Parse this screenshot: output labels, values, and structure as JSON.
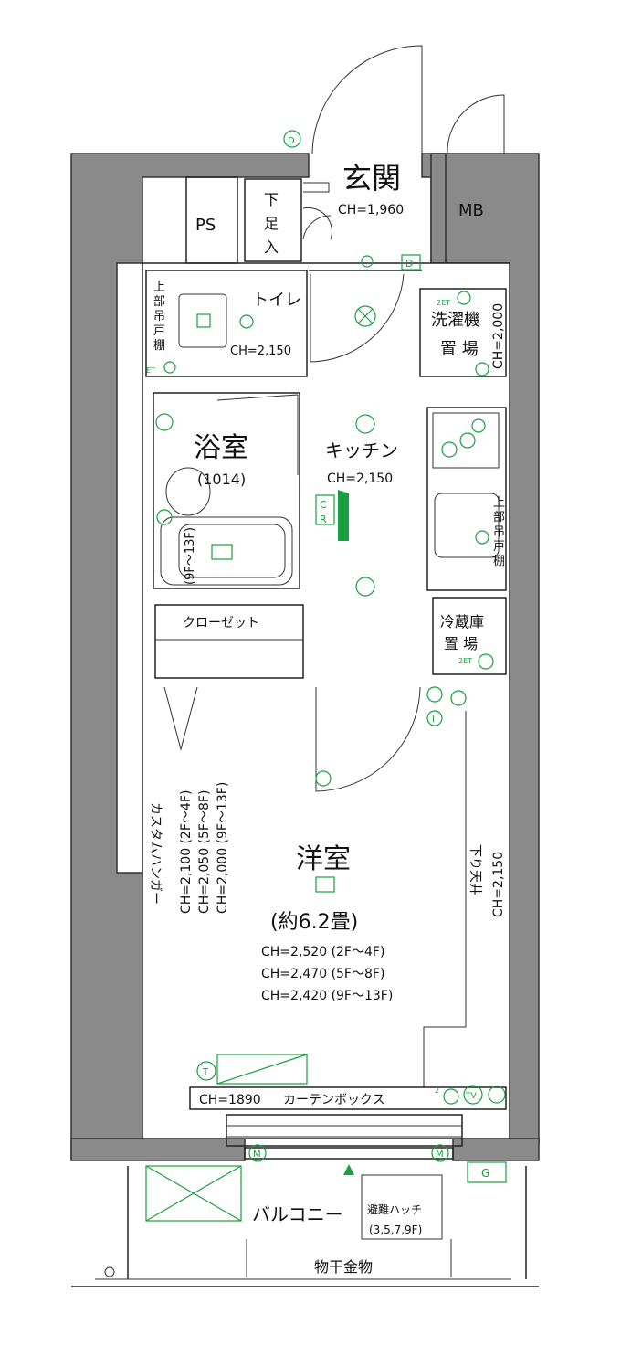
{
  "plan": {
    "entrance": {
      "label": "玄関",
      "ch": "CH=1,960"
    },
    "ps": "PS",
    "mb": "MB",
    "shoe_box": [
      "下",
      "足",
      "入"
    ],
    "toilet": {
      "label": "トイレ",
      "ch": "CH=2,150",
      "shelf": [
        "上",
        "部",
        "吊",
        "戸",
        "棚"
      ]
    },
    "washer": {
      "label1": "洗濯機",
      "label2": "置 場",
      "ch": "CH=2,000"
    },
    "bath": {
      "label": "浴室",
      "size": "(1014)",
      "floor_note": "(9F〜13F)"
    },
    "kitchen": {
      "label": "キッチン",
      "ch": "CH=2,150",
      "shelf": [
        "上",
        "部",
        "吊",
        "戸",
        "棚"
      ]
    },
    "closet": "クローゼット",
    "fridge": {
      "label1": "冷蔵庫",
      "label2": "置 場"
    },
    "western_room": {
      "label": "洋室",
      "size": "(約6.2畳)",
      "ch": [
        "CH=2,520 (2F〜4F)",
        "CH=2,470 (5F〜8F)",
        "CH=2,420 (9F〜13F)"
      ]
    },
    "custom_hanger": "カスタムハンガー",
    "hanger_ch": [
      "CH=2,100 (2F〜4F)",
      "CH=2,050 (5F〜8F)",
      "CH=2,000 (9F〜13F)"
    ],
    "lowered_ceiling": {
      "label": "下り天井",
      "ch": "CH=2,150"
    },
    "curtain_box": {
      "ch": "CH=1890",
      "label": "カーテンボックス"
    },
    "balcony": "バルコニー",
    "hatch": {
      "label": "避難ハッチ",
      "floors": "(3,5,7,9F)"
    },
    "drying_hardware": "物干金物",
    "symbols": {
      "d": "D",
      "g": "G",
      "m": "M",
      "t": "T",
      "tv": "TV",
      "et": "ET",
      "cr": [
        "C",
        "R"
      ],
      "two_et": "2ET",
      "two": "2",
      "i": "I"
    }
  }
}
